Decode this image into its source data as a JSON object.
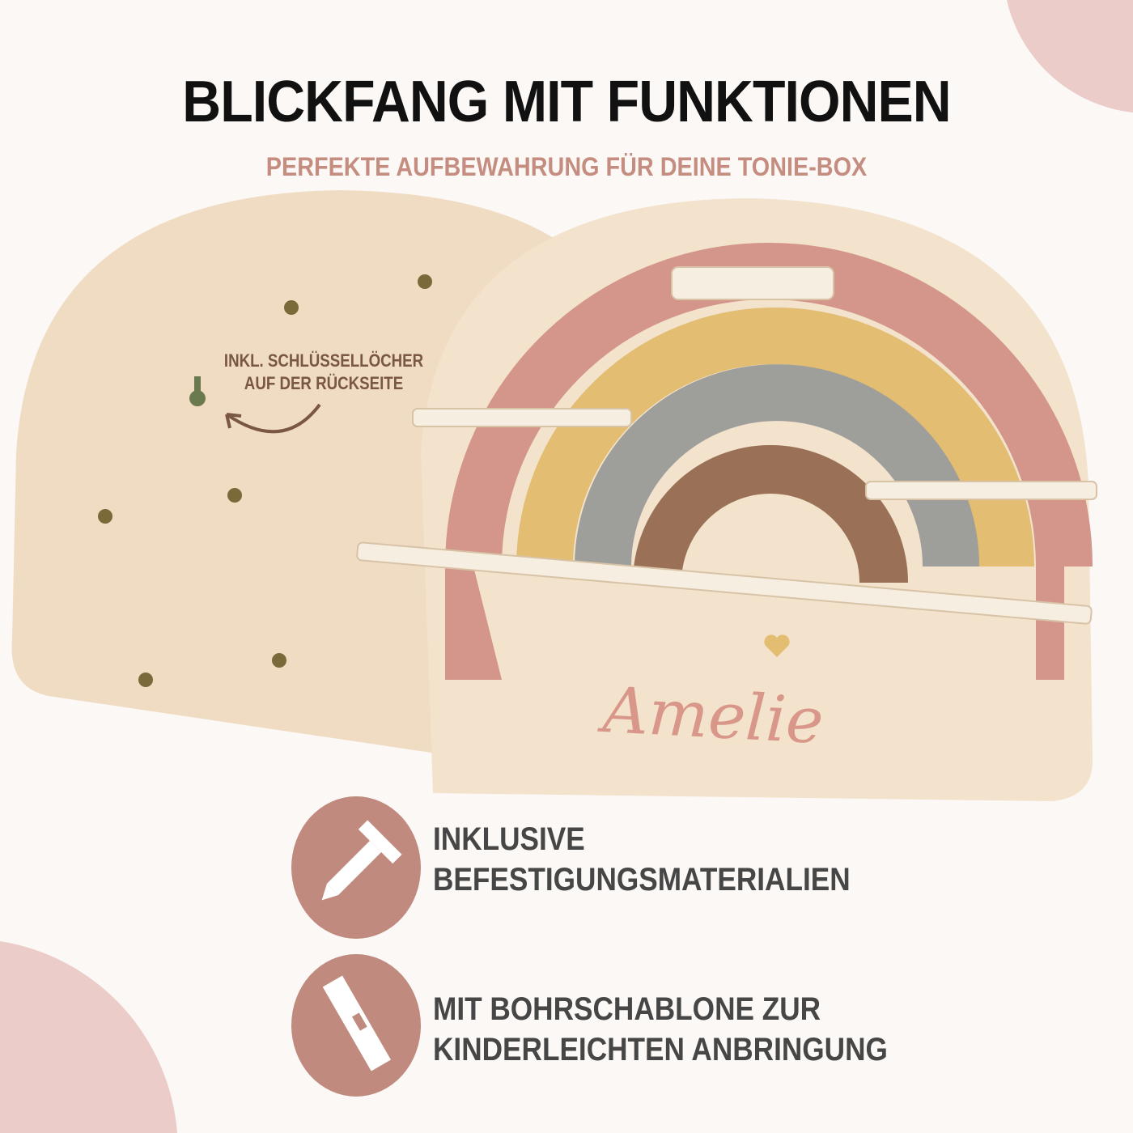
{
  "header": {
    "title": "BLICKFANG MIT FUNKTIONEN",
    "subtitle": "PERFEKTE AUFBEWAHRUNG FÜR DEINE TONIE-BOX"
  },
  "product": {
    "back_note_line1": "INKL. SCHLÜSSELLÖCHER",
    "back_note_line2": "AUF DER RÜCKSEITE",
    "name": "Amelie"
  },
  "features": [
    {
      "icon": "screw-icon",
      "line1": "INKLUSIVE",
      "line2": "BEFESTIGUNGSMATERIALIEN"
    },
    {
      "icon": "spirit-level-icon",
      "line1": "MIT BOHRSCHABLONE ZUR",
      "line2": "KINDERLEICHTEN ANBRINGUNG"
    }
  ],
  "colors": {
    "accent": "#c08a7e",
    "wood": "#f0dcc3",
    "pink": "#d4958a",
    "yellow": "#e2bd72",
    "gray": "#9e9e9b",
    "brown": "#9a7156"
  }
}
